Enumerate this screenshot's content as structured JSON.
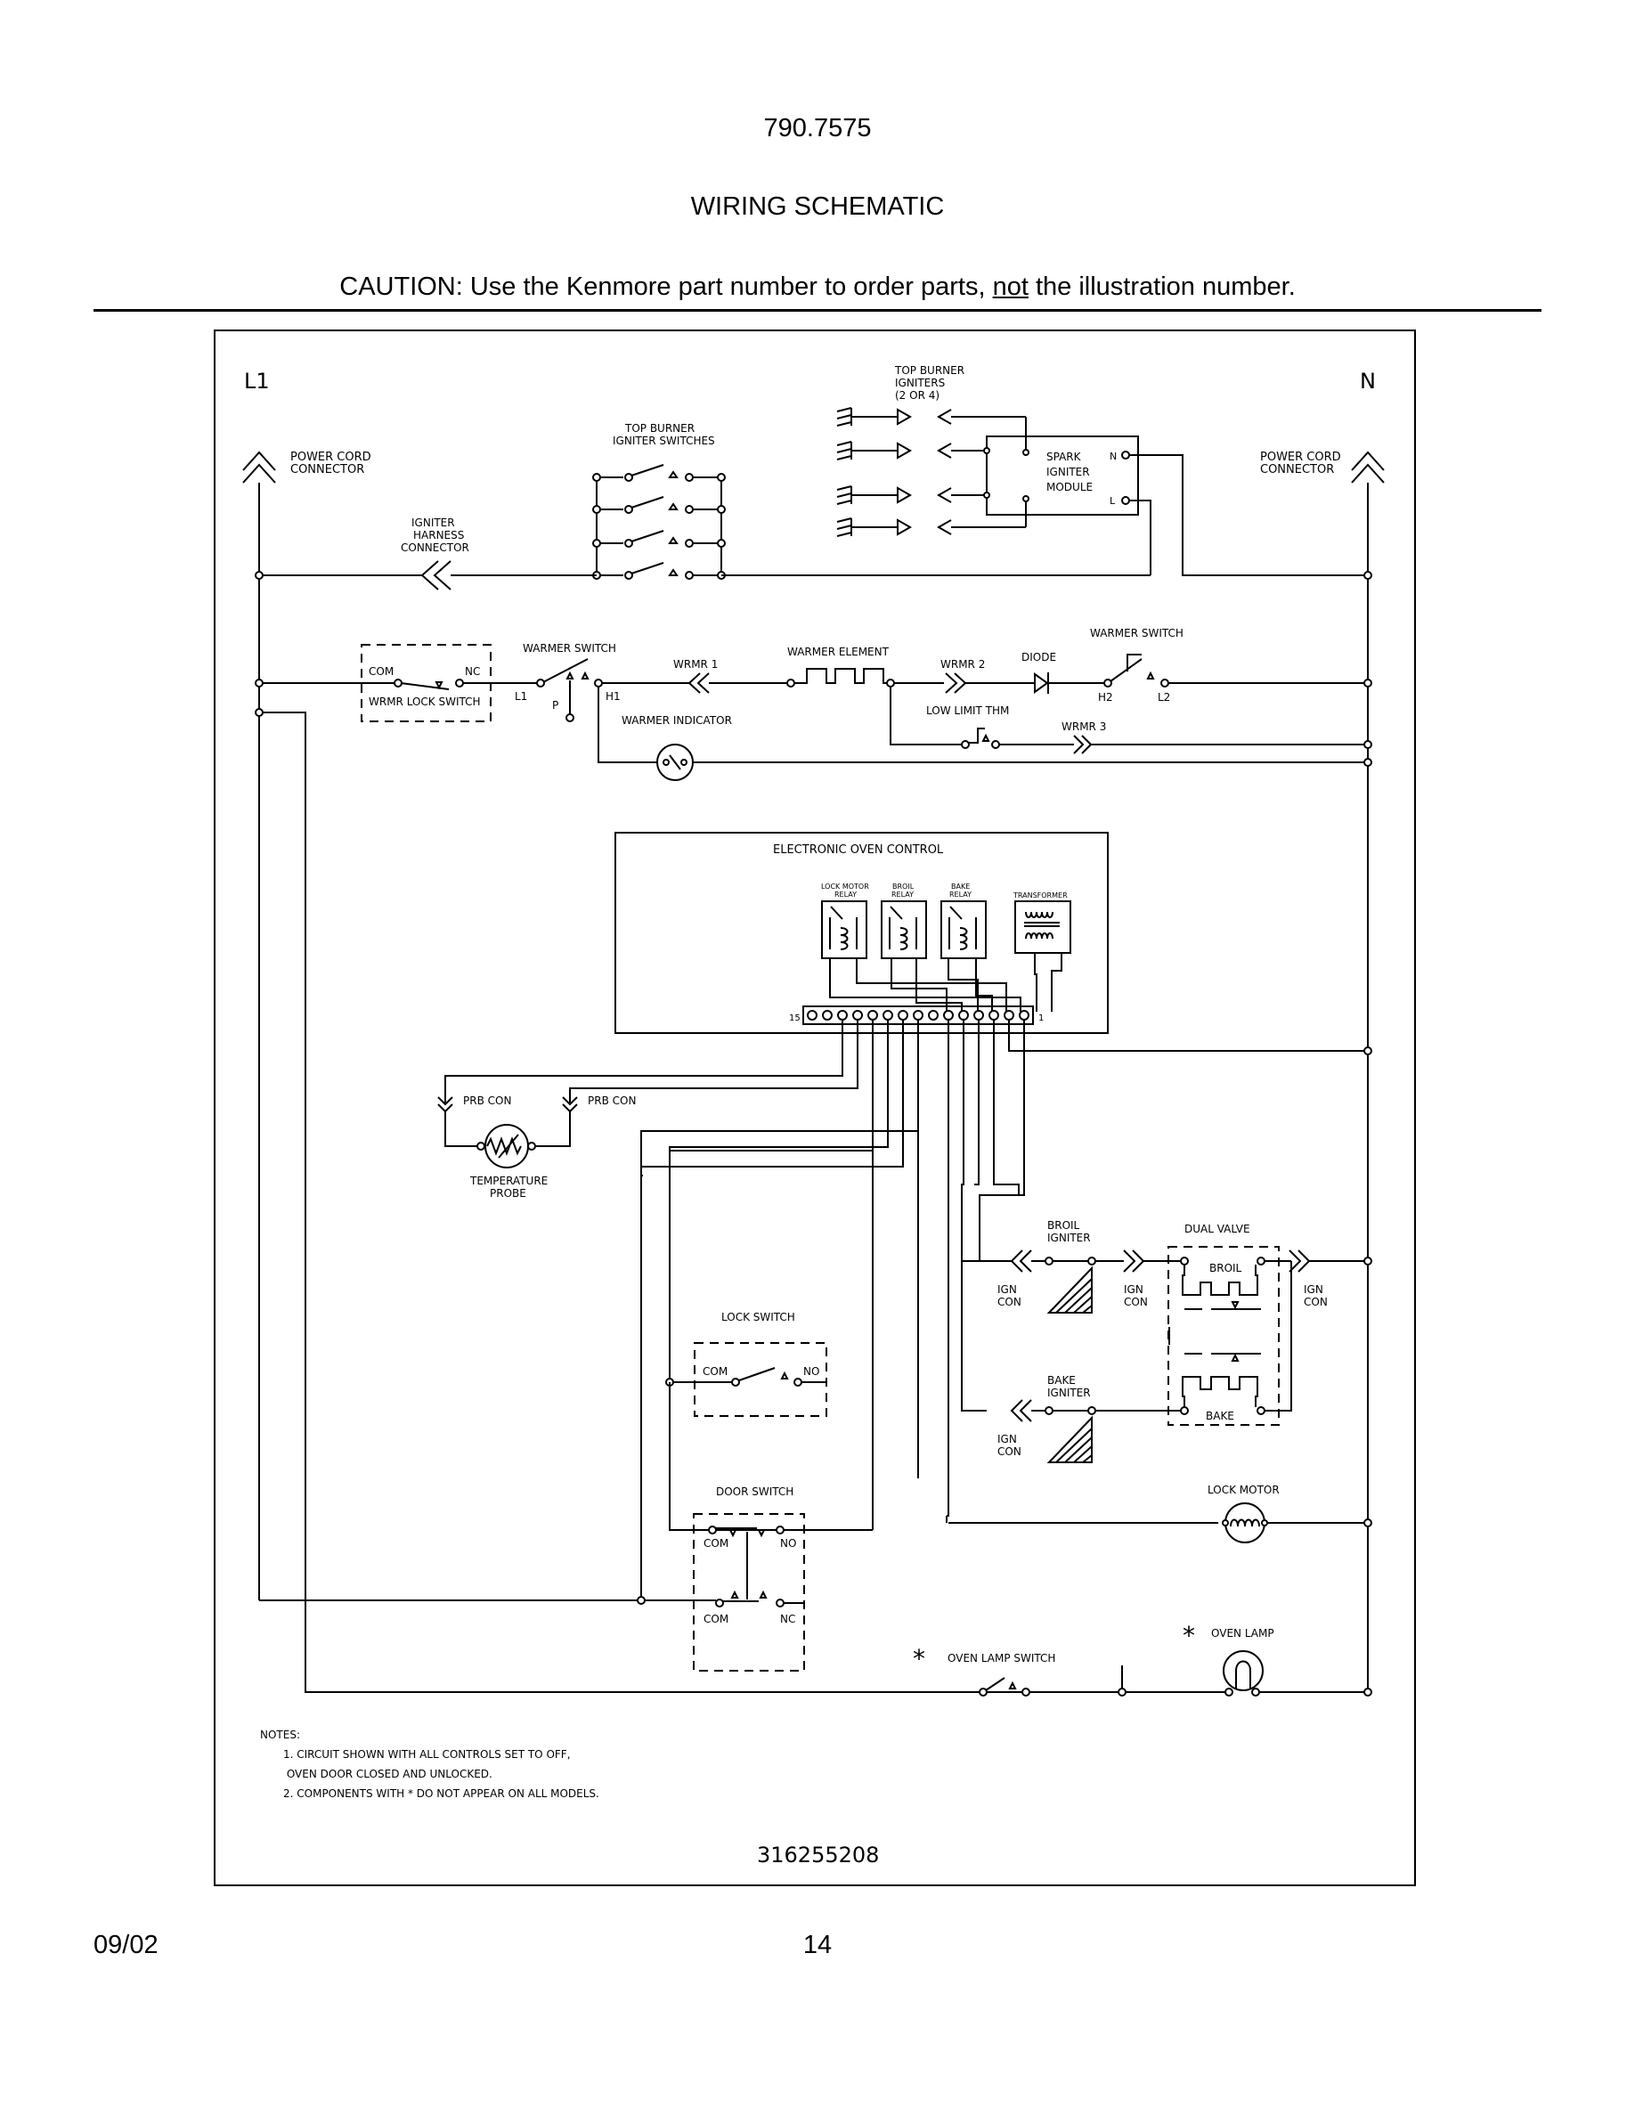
{
  "header": {
    "model": "790.7575",
    "title": "WIRING SCHEMATIC",
    "caution_pre": "CAUTION: Use the Kenmore part number to order parts, ",
    "caution_em": "not",
    "caution_post": " the illustration number."
  },
  "footer": {
    "date": "09/02",
    "page": "14"
  },
  "diagram": {
    "part_number": "316255208",
    "lines": {
      "l1": "L1",
      "n": "N"
    },
    "labels": {
      "power_cord_connector": [
        "POWER CORD",
        "CONNECTOR"
      ],
      "top_burner_igniters": [
        "TOP BURNER",
        "IGNITERS",
        "(2 OR 4)"
      ],
      "top_burner_igniter_switches": [
        "TOP BURNER",
        "IGNITER SWITCHES"
      ],
      "igniter_harness_connector": [
        "IGNITER",
        "HARNESS",
        "CONNECTOR"
      ],
      "spark_igniter_module": [
        "SPARK",
        "IGNITER",
        "MODULE"
      ],
      "module_n": "N",
      "module_l": "L",
      "wrmr_lock_switch": "WRMR LOCK SWITCH",
      "com": "COM",
      "nc": "NC",
      "no": "NO",
      "warmer_switch": "WARMER SWITCH",
      "l1_term": "L1",
      "p_term": "P",
      "h1_term": "H1",
      "wrmr1": "WRMR 1",
      "warmer_element": "WARMER ELEMENT",
      "wrmr2": "WRMR 2",
      "diode": "DIODE",
      "h2_term": "H2",
      "l2_term": "L2",
      "warmer_indicator": "WARMER INDICATOR",
      "low_limit_thm": "LOW LIMIT THM",
      "wrmr3": "WRMR 3",
      "electronic_oven_control": "ELECTRONIC OVEN CONTROL",
      "lock_motor_relay": [
        "LOCK MOTOR",
        "RELAY"
      ],
      "broil_relay": [
        "BROIL",
        "RELAY"
      ],
      "bake_relay": [
        "BAKE",
        "RELAY"
      ],
      "transformer": "TRANSFORMER",
      "pin_15": "15",
      "pin_1": "1",
      "prb_con": "PRB CON",
      "temperature_probe": [
        "TEMPERATURE",
        "PROBE"
      ],
      "broil_igniter": [
        "BROIL",
        "IGNITER"
      ],
      "bake_igniter": [
        "BAKE",
        "IGNITER"
      ],
      "dual_valve": "DUAL VALVE",
      "broil": "BROIL",
      "bake": "BAKE",
      "ign_con": [
        "IGN",
        "CON"
      ],
      "lock_switch": "LOCK SWITCH",
      "door_switch": "DOOR SWITCH",
      "lock_motor": "LOCK MOTOR",
      "oven_lamp": "OVEN LAMP",
      "oven_lamp_switch": "OVEN LAMP SWITCH",
      "asterisk": "*"
    },
    "notes": {
      "heading": "NOTES:",
      "items": [
        "1.  CIRCUIT SHOWN WITH ALL CONTROLS SET TO OFF,",
        "     OVEN DOOR CLOSED AND UNLOCKED.",
        "2.  COMPONENTS WITH  *  DO NOT APPEAR ON ALL MODELS."
      ]
    }
  }
}
